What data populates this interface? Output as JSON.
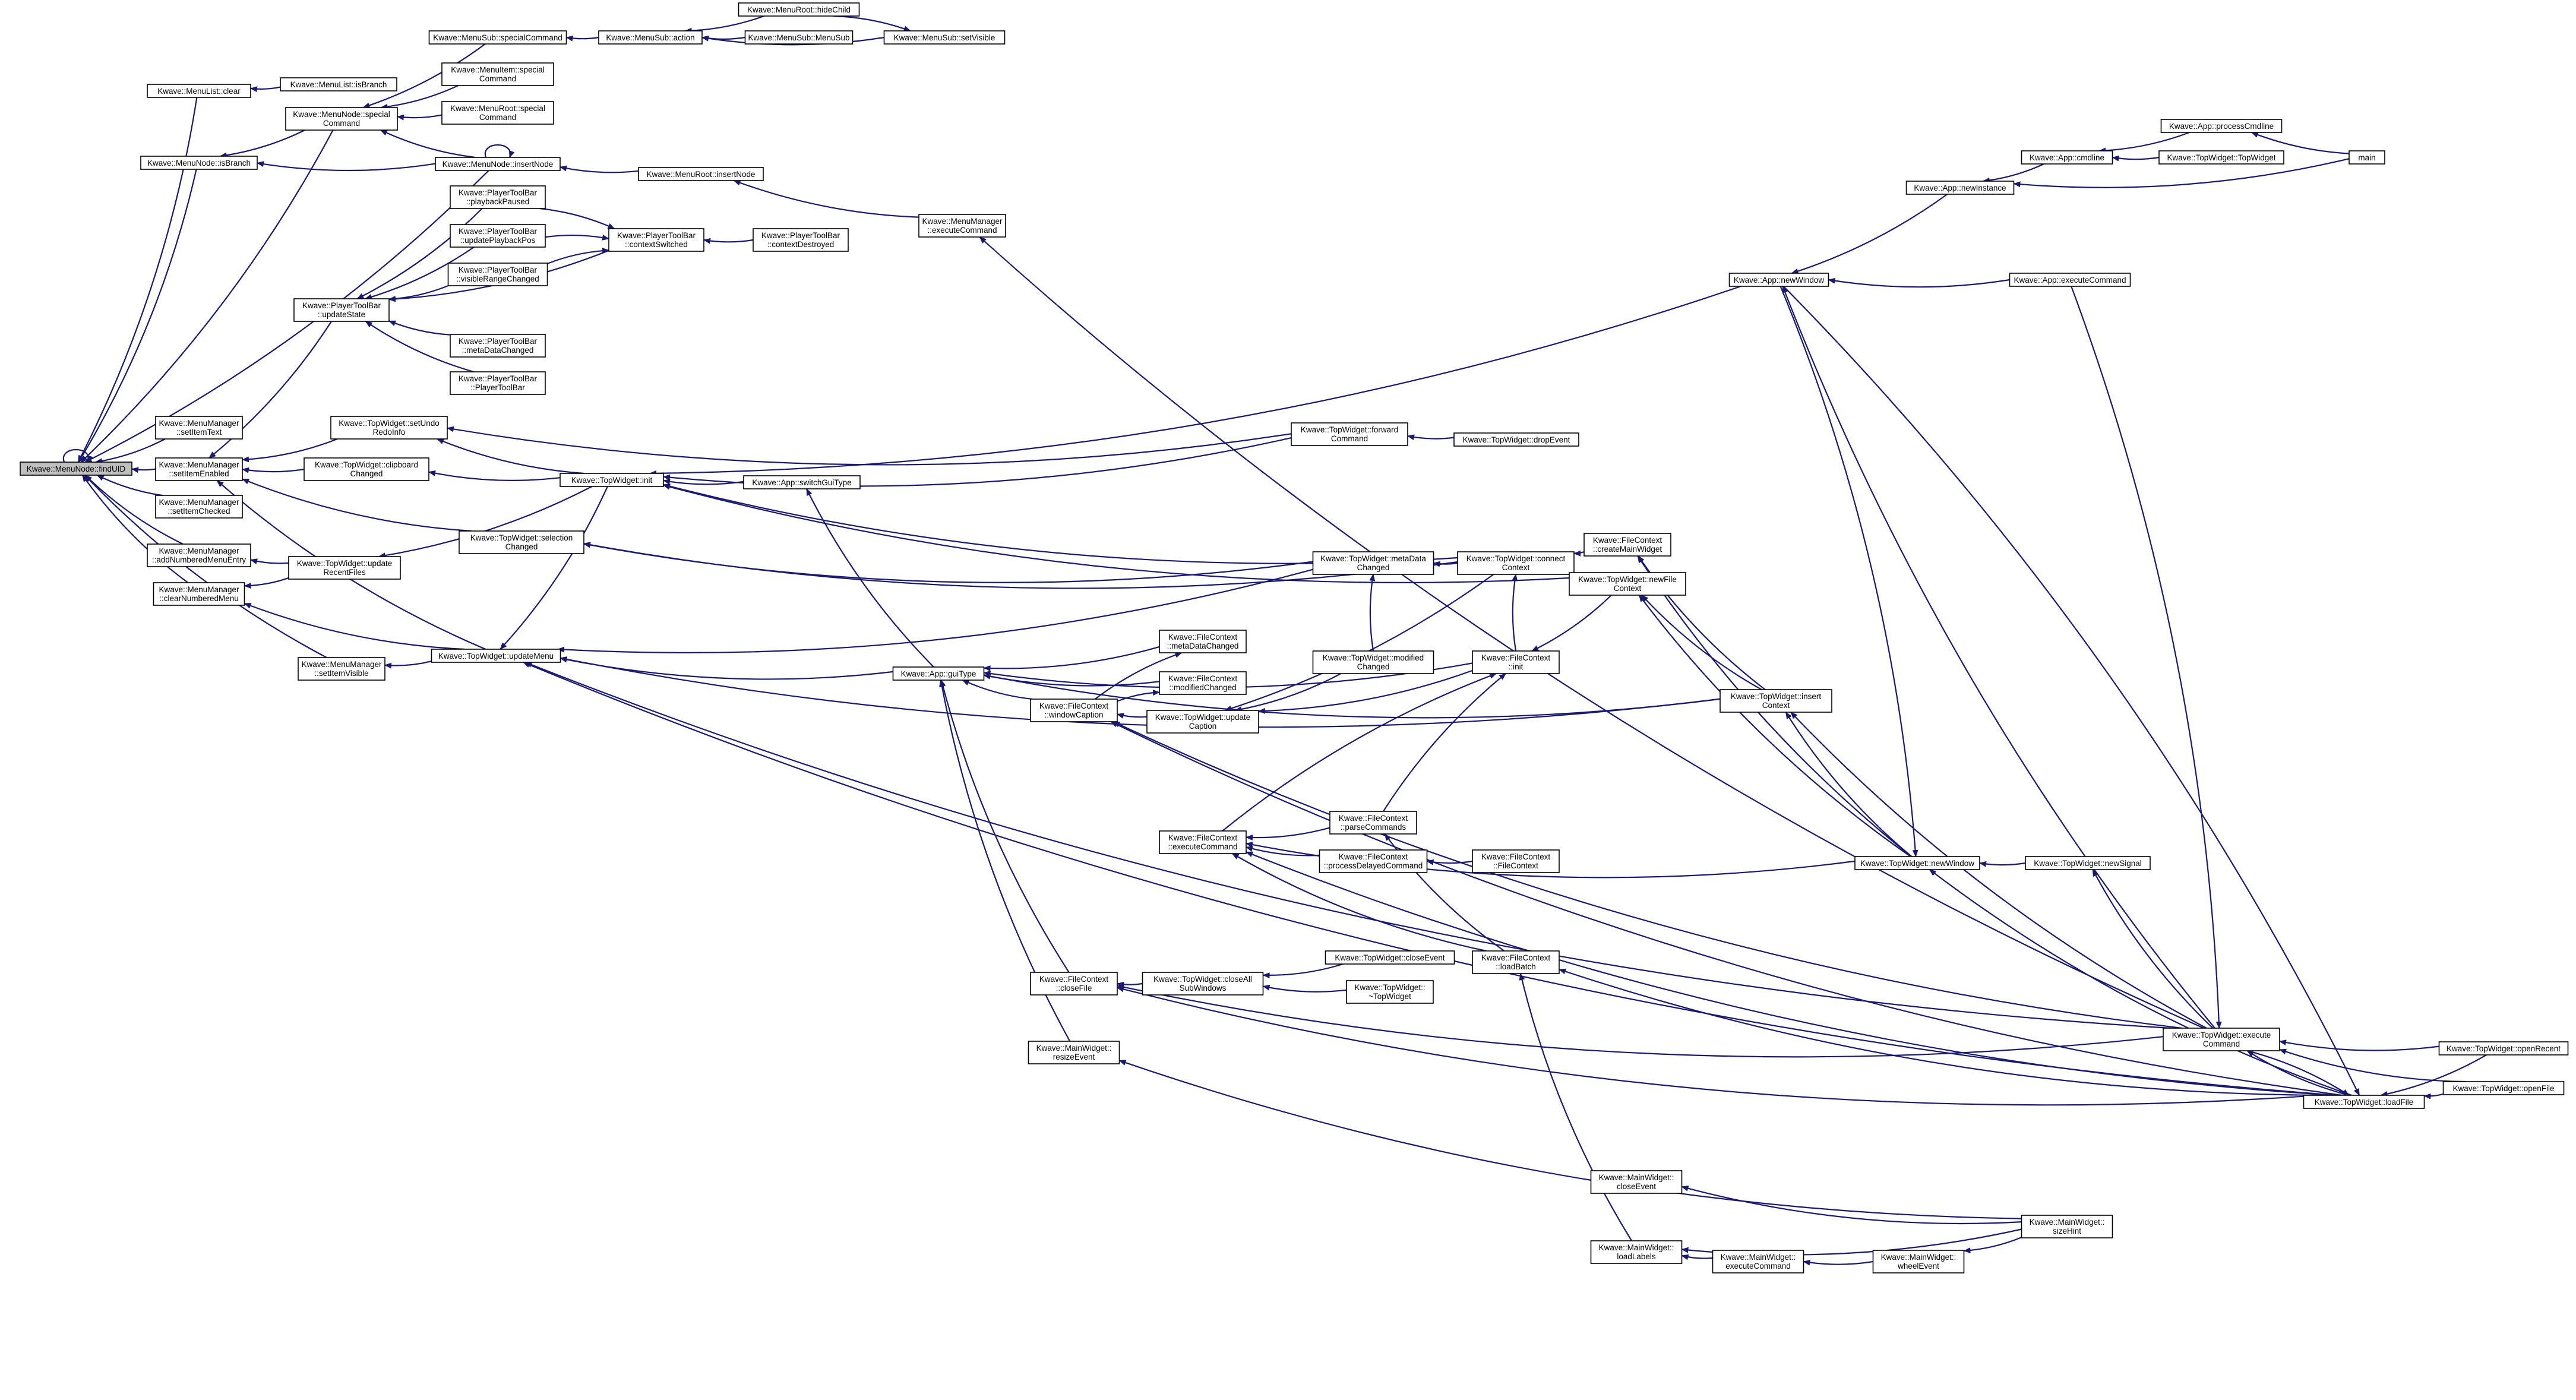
{
  "colors": {
    "edge": "#191970",
    "node_border": "#000000",
    "root_fill": "#bfbfbf",
    "node_fill": "#ffffff"
  },
  "nodes": [
    {
      "id": "findUID",
      "lines": [
        "Kwave::MenuNode::findUID"
      ],
      "root": true
    },
    {
      "id": "mlClear",
      "lines": [
        "Kwave::MenuList::clear"
      ]
    },
    {
      "id": "mlIsBranch",
      "lines": [
        "Kwave::MenuList::isBranch"
      ]
    },
    {
      "id": "mnIsBranch",
      "lines": [
        "Kwave::MenuNode::isBranch"
      ]
    },
    {
      "id": "mnSpecial",
      "lines": [
        "Kwave::MenuNode::special",
        "Command"
      ]
    },
    {
      "id": "msSpecial",
      "lines": [
        "Kwave::MenuSub::specialCommand"
      ]
    },
    {
      "id": "msAction",
      "lines": [
        "Kwave::MenuSub::action"
      ]
    },
    {
      "id": "mrHideChild",
      "lines": [
        "Kwave::MenuRoot::hideChild"
      ]
    },
    {
      "id": "msMenuSub",
      "lines": [
        "Kwave::MenuSub::MenuSub"
      ]
    },
    {
      "id": "msSetVisible",
      "lines": [
        "Kwave::MenuSub::setVisible"
      ]
    },
    {
      "id": "miSpecial",
      "lines": [
        "Kwave::MenuItem::special",
        "Command"
      ]
    },
    {
      "id": "mrSpecial",
      "lines": [
        "Kwave::MenuRoot::special",
        "Command"
      ]
    },
    {
      "id": "mnInsert",
      "lines": [
        "Kwave::MenuNode::insertNode"
      ]
    },
    {
      "id": "mrInsert",
      "lines": [
        "Kwave::MenuRoot::insertNode"
      ]
    },
    {
      "id": "mmExec",
      "lines": [
        "Kwave::MenuManager",
        "::executeCommand"
      ]
    },
    {
      "id": "ptbPaused",
      "lines": [
        "Kwave::PlayerToolBar",
        "::playbackPaused"
      ]
    },
    {
      "id": "ptbUpdPos",
      "lines": [
        "Kwave::PlayerToolBar",
        "::updatePlaybackPos"
      ]
    },
    {
      "id": "ptbCtxSw",
      "lines": [
        "Kwave::PlayerToolBar",
        "::contextSwitched"
      ]
    },
    {
      "id": "ptbCtxDes",
      "lines": [
        "Kwave::PlayerToolBar",
        "::contextDestroyed"
      ]
    },
    {
      "id": "ptbVisRange",
      "lines": [
        "Kwave::PlayerToolBar",
        "::visibleRangeChanged"
      ]
    },
    {
      "id": "ptbUpdState",
      "lines": [
        "Kwave::PlayerToolBar",
        "::updateState"
      ]
    },
    {
      "id": "ptbMeta",
      "lines": [
        "Kwave::PlayerToolBar",
        "::metaDataChanged"
      ]
    },
    {
      "id": "ptbCtor",
      "lines": [
        "Kwave::PlayerToolBar",
        "::PlayerToolBar"
      ]
    },
    {
      "id": "mmSetText",
      "lines": [
        "Kwave::MenuManager",
        "::setItemText"
      ]
    },
    {
      "id": "mmSetEnabled",
      "lines": [
        "Kwave::MenuManager",
        "::setItemEnabled"
      ]
    },
    {
      "id": "mmSetChecked",
      "lines": [
        "Kwave::MenuManager",
        "::setItemChecked"
      ]
    },
    {
      "id": "mmAddNum",
      "lines": [
        "Kwave::MenuManager",
        "::addNumberedMenuEntry"
      ]
    },
    {
      "id": "mmClearNum",
      "lines": [
        "Kwave::MenuManager",
        "::clearNumberedMenu"
      ]
    },
    {
      "id": "mmSetVisible",
      "lines": [
        "Kwave::MenuManager",
        "::setItemVisible"
      ]
    },
    {
      "id": "twUndo",
      "lines": [
        "Kwave::TopWidget::setUndo",
        "RedoInfo"
      ]
    },
    {
      "id": "twClip",
      "lines": [
        "Kwave::TopWidget::clipboard",
        "Changed"
      ]
    },
    {
      "id": "twSelChanged",
      "lines": [
        "Kwave::TopWidget::selection",
        "Changed"
      ]
    },
    {
      "id": "twUpdRecent",
      "lines": [
        "Kwave::TopWidget::update",
        "RecentFiles"
      ]
    },
    {
      "id": "twUpdMenu",
      "lines": [
        "Kwave::TopWidget::updateMenu"
      ]
    },
    {
      "id": "twInit",
      "lines": [
        "Kwave::TopWidget::init"
      ]
    },
    {
      "id": "appSwitchGui",
      "lines": [
        "Kwave::App::switchGuiType"
      ]
    },
    {
      "id": "appGuiType",
      "lines": [
        "Kwave::App::guiType"
      ]
    },
    {
      "id": "twFwdCmd",
      "lines": [
        "Kwave::TopWidget::forward",
        "Command"
      ]
    },
    {
      "id": "twDropEvent",
      "lines": [
        "Kwave::TopWidget::dropEvent"
      ]
    },
    {
      "id": "twMeta",
      "lines": [
        "Kwave::TopWidget::metaData",
        "Changed"
      ]
    },
    {
      "id": "twModified",
      "lines": [
        "Kwave::TopWidget::modified",
        "Changed"
      ]
    },
    {
      "id": "fcMeta",
      "lines": [
        "Kwave::FileContext",
        "::metaDataChanged"
      ]
    },
    {
      "id": "fcModified",
      "lines": [
        "Kwave::FileContext",
        "::modifiedChanged"
      ]
    },
    {
      "id": "fcWinCaption",
      "lines": [
        "Kwave::FileContext",
        "::windowCaption"
      ]
    },
    {
      "id": "twUpdCaption",
      "lines": [
        "Kwave::TopWidget::update",
        "Caption"
      ]
    },
    {
      "id": "twConnect",
      "lines": [
        "Kwave::TopWidget::connect",
        "Context"
      ]
    },
    {
      "id": "fcInit",
      "lines": [
        "Kwave::FileContext",
        "::init"
      ]
    },
    {
      "id": "fcCreateMain",
      "lines": [
        "Kwave::FileContext",
        "::createMainWidget"
      ]
    },
    {
      "id": "twNewFileCtx",
      "lines": [
        "Kwave::TopWidget::newFile",
        "Context"
      ]
    },
    {
      "id": "twInsertCtx",
      "lines": [
        "Kwave::TopWidget::insert",
        "Context"
      ]
    },
    {
      "id": "fcExec",
      "lines": [
        "Kwave::FileContext",
        "::executeCommand"
      ]
    },
    {
      "id": "fcParse",
      "lines": [
        "Kwave::FileContext",
        "::parseCommands"
      ]
    },
    {
      "id": "fcDelayed",
      "lines": [
        "Kwave::FileContext",
        "::processDelayedCommand"
      ]
    },
    {
      "id": "fcCtor",
      "lines": [
        "Kwave::FileContext",
        "::FileContext"
      ]
    },
    {
      "id": "fcLoadBatch",
      "lines": [
        "Kwave::FileContext",
        "::loadBatch"
      ]
    },
    {
      "id": "fcCloseFile",
      "lines": [
        "Kwave::FileContext",
        "::closeFile"
      ]
    },
    {
      "id": "twCloseAll",
      "lines": [
        "Kwave::TopWidget::closeAll",
        "SubWindows"
      ]
    },
    {
      "id": "twCloseEvent",
      "lines": [
        "Kwave::TopWidget::closeEvent"
      ]
    },
    {
      "id": "twDtor",
      "lines": [
        "Kwave::TopWidget::",
        "~TopWidget"
      ]
    },
    {
      "id": "mwResize",
      "lines": [
        "Kwave::MainWidget::",
        "resizeEvent"
      ]
    },
    {
      "id": "mwClose",
      "lines": [
        "Kwave::MainWidget::",
        "closeEvent"
      ]
    },
    {
      "id": "mwLoadLabels",
      "lines": [
        "Kwave::MainWidget::",
        "loadLabels"
      ]
    },
    {
      "id": "mwExec",
      "lines": [
        "Kwave::MainWidget::",
        "executeCommand"
      ]
    },
    {
      "id": "mwWheel",
      "lines": [
        "Kwave::MainWidget::",
        "wheelEvent"
      ]
    },
    {
      "id": "mwSizeHint",
      "lines": [
        "Kwave::MainWidget::",
        "sizeHint"
      ]
    },
    {
      "id": "appNewInst",
      "lines": [
        "Kwave::App::newInstance"
      ]
    },
    {
      "id": "appCmdline",
      "lines": [
        "Kwave::App::cmdline"
      ]
    },
    {
      "id": "appProcCmd",
      "lines": [
        "Kwave::App::processCmdline"
      ]
    },
    {
      "id": "twCtor",
      "lines": [
        "Kwave::TopWidget::TopWidget"
      ]
    },
    {
      "id": "main",
      "lines": [
        "main"
      ]
    },
    {
      "id": "appNewWindow",
      "lines": [
        "Kwave::App::newWindow"
      ]
    },
    {
      "id": "appExec",
      "lines": [
        "Kwave::App::executeCommand"
      ]
    },
    {
      "id": "twNewWindow",
      "lines": [
        "Kwave::TopWidget::newWindow"
      ]
    },
    {
      "id": "twNewSignal",
      "lines": [
        "Kwave::TopWidget::newSignal"
      ]
    },
    {
      "id": "twExec",
      "lines": [
        "Kwave::TopWidget::execute",
        "Command"
      ]
    },
    {
      "id": "twOpenRecent",
      "lines": [
        "Kwave::TopWidget::openRecent"
      ]
    },
    {
      "id": "twOpenFile",
      "lines": [
        "Kwave::TopWidget::openFile"
      ]
    },
    {
      "id": "twLoadFile",
      "lines": [
        "Kwave::TopWidget::loadFile"
      ]
    }
  ],
  "edges": [
    [
      "findUID",
      "findUID"
    ],
    [
      "mlClear",
      "findUID"
    ],
    [
      "mnIsBranch",
      "findUID"
    ],
    [
      "mnSpecial",
      "findUID"
    ],
    [
      "mnInsert",
      "findUID"
    ],
    [
      "mmSetText",
      "findUID"
    ],
    [
      "mmSetEnabled",
      "findUID"
    ],
    [
      "mmSetChecked",
      "findUID"
    ],
    [
      "mmAddNum",
      "findUID"
    ],
    [
      "mmClearNum",
      "findUID"
    ],
    [
      "mmSetVisible",
      "findUID"
    ],
    [
      "mlIsBranch",
      "mlClear"
    ],
    [
      "mnSpecial",
      "mnIsBranch"
    ],
    [
      "mnInsert",
      "mnIsBranch"
    ],
    [
      "mnInsert",
      "mnInsert"
    ],
    [
      "msSpecial",
      "mnSpecial"
    ],
    [
      "miSpecial",
      "mnSpecial"
    ],
    [
      "mrSpecial",
      "mnSpecial"
    ],
    [
      "mnInsert",
      "mnSpecial"
    ],
    [
      "msAction",
      "msSpecial"
    ],
    [
      "mrHideChild",
      "msAction"
    ],
    [
      "msMenuSub",
      "msAction"
    ],
    [
      "msSetVisible",
      "msAction"
    ],
    [
      "mrHideChild",
      "msSetVisible"
    ],
    [
      "mrInsert",
      "mnInsert"
    ],
    [
      "mmExec",
      "mrInsert"
    ],
    [
      "twExec",
      "mmExec"
    ],
    [
      "ptbPaused",
      "ptbUpdState"
    ],
    [
      "ptbUpdPos",
      "ptbUpdState"
    ],
    [
      "ptbVisRange",
      "ptbUpdState"
    ],
    [
      "ptbMeta",
      "ptbUpdState"
    ],
    [
      "ptbCtor",
      "ptbUpdState"
    ],
    [
      "ptbCtxSw",
      "ptbUpdState"
    ],
    [
      "ptbPaused",
      "ptbCtxSw"
    ],
    [
      "ptbUpdPos",
      "ptbCtxSw"
    ],
    [
      "ptbVisRange",
      "ptbCtxSw"
    ],
    [
      "ptbCtxDes",
      "ptbCtxSw"
    ],
    [
      "ptbUpdState",
      "mmSetEnabled"
    ],
    [
      "twUndo",
      "mmSetEnabled"
    ],
    [
      "twClip",
      "mmSetEnabled"
    ],
    [
      "twSelChanged",
      "mmSetEnabled"
    ],
    [
      "twUpdMenu",
      "mmSetEnabled"
    ],
    [
      "twUpdRecent",
      "mmAddNum"
    ],
    [
      "twUpdRecent",
      "mmClearNum"
    ],
    [
      "twUpdMenu",
      "mmClearNum"
    ],
    [
      "twUpdMenu",
      "mmSetVisible"
    ],
    [
      "twInit",
      "twUndo"
    ],
    [
      "twFwdCmd",
      "twUndo"
    ],
    [
      "twInit",
      "twClip"
    ],
    [
      "twMeta",
      "twSelChanged"
    ],
    [
      "twConnect",
      "twSelChanged"
    ],
    [
      "twInit",
      "twUpdRecent"
    ],
    [
      "twInit",
      "twUpdMenu"
    ],
    [
      "appGuiType",
      "twUpdMenu"
    ],
    [
      "twMeta",
      "twUpdMenu"
    ],
    [
      "twInsertCtx",
      "twUpdMenu"
    ],
    [
      "appSwitchGui",
      "twInit"
    ],
    [
      "twFwdCmd",
      "twInit"
    ],
    [
      "twConnect",
      "twInit"
    ],
    [
      "twNewFileCtx",
      "twInit"
    ],
    [
      "appNewWindow",
      "twInit"
    ],
    [
      "twDropEvent",
      "twFwdCmd"
    ],
    [
      "twConnect",
      "twMeta"
    ],
    [
      "twModified",
      "twMeta"
    ],
    [
      "appGuiType",
      "appSwitchGui"
    ],
    [
      "fcMeta",
      "appGuiType"
    ],
    [
      "fcModified",
      "appGuiType"
    ],
    [
      "fcWinCaption",
      "appGuiType"
    ],
    [
      "twInsertCtx",
      "appGuiType"
    ],
    [
      "fcCloseFile",
      "appGuiType"
    ],
    [
      "mwResize",
      "appGuiType"
    ],
    [
      "fcInit",
      "appGuiType"
    ],
    [
      "fcWinCaption",
      "fcMeta"
    ],
    [
      "fcWinCaption",
      "fcModified"
    ],
    [
      "twUpdCaption",
      "fcWinCaption"
    ],
    [
      "twModified",
      "twUpdCaption"
    ],
    [
      "twConnect",
      "twUpdCaption"
    ],
    [
      "fcInit",
      "twUpdCaption"
    ],
    [
      "twNewFileCtx",
      "twConnect"
    ],
    [
      "fcCreateMain",
      "twConnect"
    ],
    [
      "fcInit",
      "twConnect"
    ],
    [
      "twInsertCtx",
      "twNewFileCtx"
    ],
    [
      "fcExec",
      "fcInit"
    ],
    [
      "fcParse",
      "fcInit"
    ],
    [
      "twNewFileCtx",
      "fcInit"
    ],
    [
      "twInsertCtx",
      "fcCreateMain"
    ],
    [
      "twNewWindow",
      "fcCreateMain"
    ],
    [
      "twNewWindow",
      "twNewFileCtx"
    ],
    [
      "twNewWindow",
      "twInsertCtx"
    ],
    [
      "fcParse",
      "fcExec"
    ],
    [
      "fcDelayed",
      "fcExec"
    ],
    [
      "fcLoadBatch",
      "fcExec"
    ],
    [
      "fcCtor",
      "fcDelayed"
    ],
    [
      "fcLoadBatch",
      "fcParse"
    ],
    [
      "mwLoadLabels",
      "fcLoadBatch"
    ],
    [
      "twLoadFile",
      "fcLoadBatch"
    ],
    [
      "twCloseAll",
      "fcCloseFile"
    ],
    [
      "twCloseEvent",
      "twCloseAll"
    ],
    [
      "twDtor",
      "twCloseAll"
    ],
    [
      "twLoadFile",
      "fcCloseFile"
    ],
    [
      "twExec",
      "fcCloseFile"
    ],
    [
      "mwSizeHint",
      "mwResize"
    ],
    [
      "mwSizeHint",
      "mwClose"
    ],
    [
      "mwExec",
      "mwLoadLabels"
    ],
    [
      "mwWheel",
      "mwExec"
    ],
    [
      "mwSizeHint",
      "mwWheel"
    ],
    [
      "mwSizeHint",
      "mwLoadLabels"
    ],
    [
      "twExec",
      "fcWinCaption"
    ],
    [
      "twLoadFile",
      "fcWinCaption"
    ],
    [
      "appExec",
      "appNewWindow"
    ],
    [
      "appNewInst",
      "appNewWindow"
    ],
    [
      "appNewWindow",
      "twNewWindow"
    ],
    [
      "appCmdline",
      "appNewInst"
    ],
    [
      "appProcCmd",
      "appCmdline"
    ],
    [
      "twCtor",
      "appCmdline"
    ],
    [
      "main",
      "appProcCmd"
    ],
    [
      "main",
      "appNewInst"
    ],
    [
      "twNewSignal",
      "twNewWindow"
    ],
    [
      "twExec",
      "twNewSignal"
    ],
    [
      "twLoadFile",
      "twNewWindow"
    ],
    [
      "twOpenRecent",
      "twExec"
    ],
    [
      "twOpenFile",
      "twExec"
    ],
    [
      "twLoadFile",
      "twExec"
    ],
    [
      "twExec",
      "twLoadFile"
    ],
    [
      "twOpenRecent",
      "twLoadFile"
    ],
    [
      "twOpenFile",
      "twLoadFile"
    ],
    [
      "appNewWindow",
      "twLoadFile"
    ],
    [
      "twExec",
      "twInsertCtx"
    ],
    [
      "twExec",
      "appNewWindow"
    ],
    [
      "twExec",
      "twUpdMenu"
    ],
    [
      "twLoadFile",
      "twUpdMenu"
    ],
    [
      "twLoadFile",
      "fcExec"
    ],
    [
      "appExec",
      "twExec"
    ],
    [
      "twNewWindow",
      "fcExec"
    ]
  ]
}
